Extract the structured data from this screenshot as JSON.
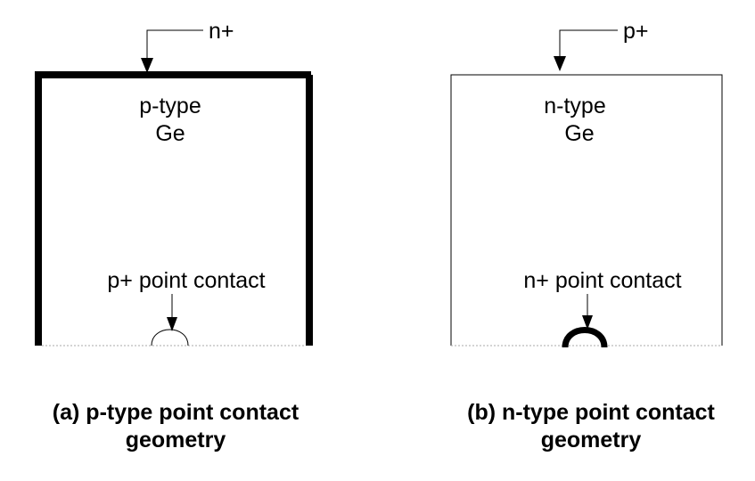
{
  "panels": [
    {
      "outer_label": "n+",
      "material_line1": "p-type",
      "material_line2": "Ge",
      "contact_label": "p+ point contact",
      "caption_line1": "(a) p-type point contact",
      "caption_line2": "geometry"
    },
    {
      "outer_label": "p+",
      "material_line1": "n-type",
      "material_line2": "Ge",
      "contact_label": "n+ point contact",
      "caption_line1": "(b) n-type point contact",
      "caption_line2": "geometry"
    }
  ],
  "colors": {
    "stroke": "#000000",
    "dotted_base": "#aaaaaa",
    "background": "#ffffff"
  }
}
